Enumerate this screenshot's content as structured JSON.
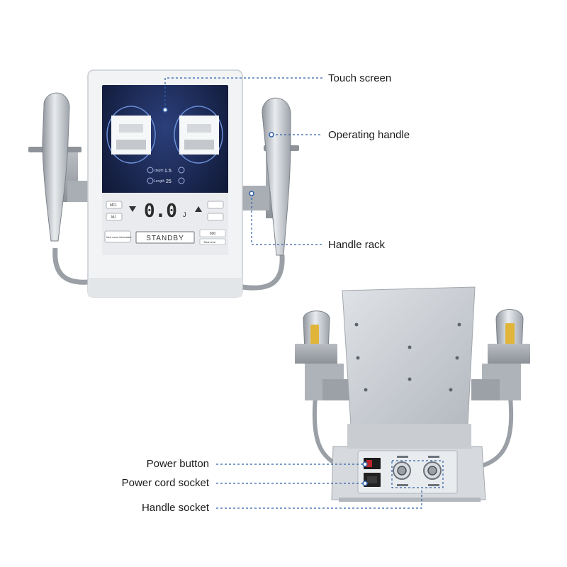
{
  "labels": {
    "touch_screen": "Touch screen",
    "operating_handle": "Operating handle",
    "handle_rack": "Handle rack",
    "power_button": "Power button",
    "power_cord_socket": "Power cord socket",
    "handle_socket": "Handle socket"
  },
  "screen": {
    "display_value": "0.0",
    "display_unit": "J",
    "status_text": "STANDBY",
    "depth_label": "depth",
    "depth_value": "1.5",
    "length_label": "Length",
    "length_value": "25",
    "side_buttons_left": [
      "MF1",
      "MJ"
    ],
    "info_box": "Next round information",
    "counter_label": "600",
    "total_label": "Total shot"
  },
  "colors": {
    "callout_line": "#2f5fa8",
    "device_body": "#c9cdd3",
    "screen_bg": "#0d1530",
    "accent_gold": "#e0b53a"
  }
}
